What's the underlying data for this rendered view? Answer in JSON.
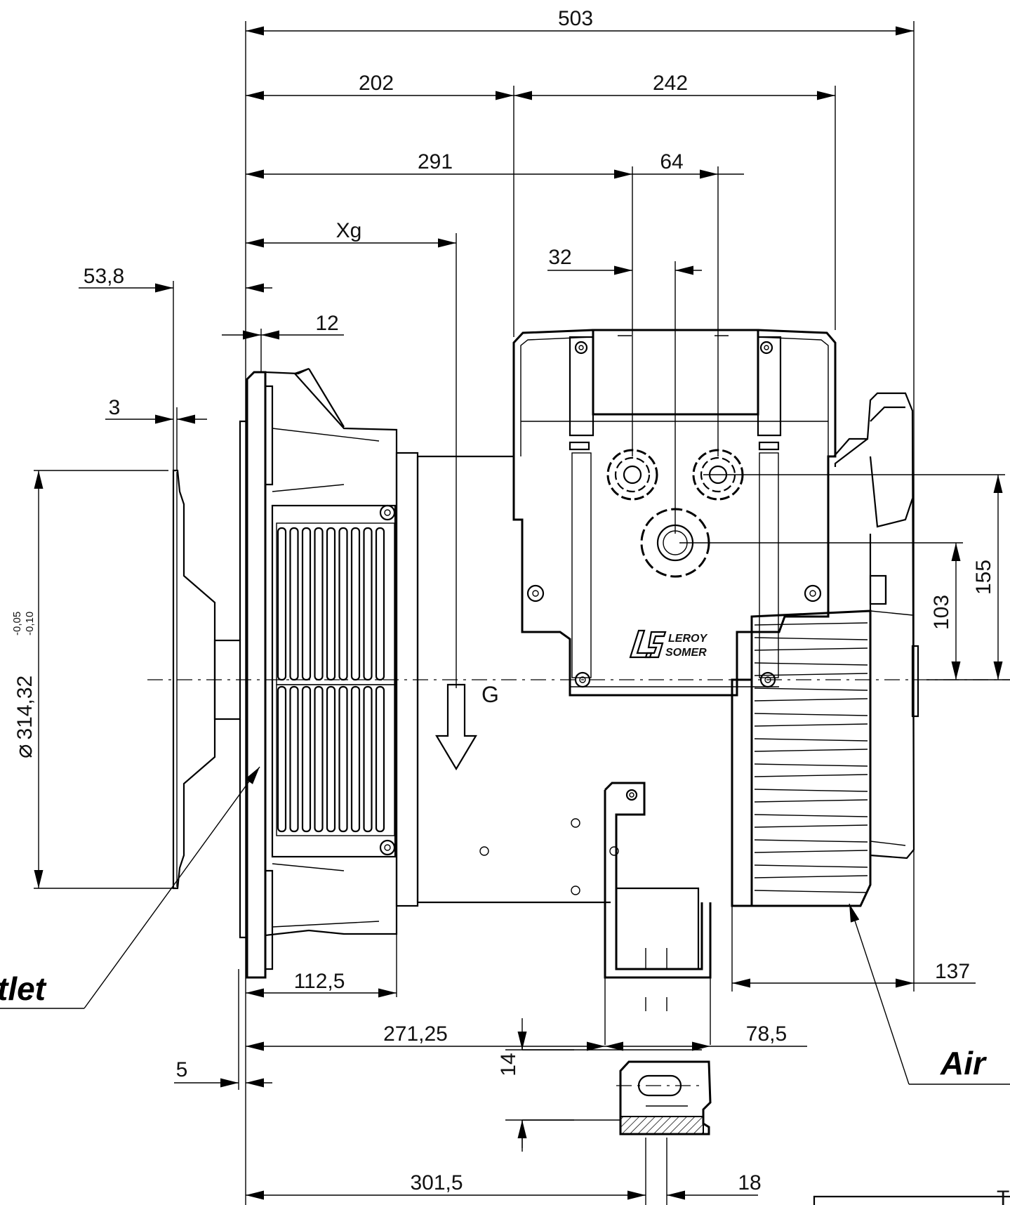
{
  "dimensions": {
    "overall_length": "503",
    "d202": "202",
    "d242": "242",
    "d291": "291",
    "d64": "64",
    "xg": "Xg",
    "d32": "32",
    "d53_8": "53,8",
    "d12": "12",
    "d3": "3",
    "diameter_value": "314,32",
    "diameter_tol_upper": "-0,05",
    "diameter_tol_lower": "-0,10",
    "d155": "155",
    "d103": "103",
    "d112_5": "112,5",
    "d137": "137",
    "d271_25": "271,25",
    "d78_5": "78,5",
    "d5": "5",
    "d14": "14",
    "d301_5": "301,5",
    "d18": "18"
  },
  "labels": {
    "gravity": "G",
    "air_outlet": "tlet",
    "air_inlet": "Air",
    "title_block_fragment": "T"
  },
  "icons": {
    "logo": "leroy-somer-logo",
    "logo_text_top": "LEROY",
    "logo_text_bottom": "SOMER"
  },
  "colors": {
    "line": "#000000",
    "background": "#ffffff"
  }
}
